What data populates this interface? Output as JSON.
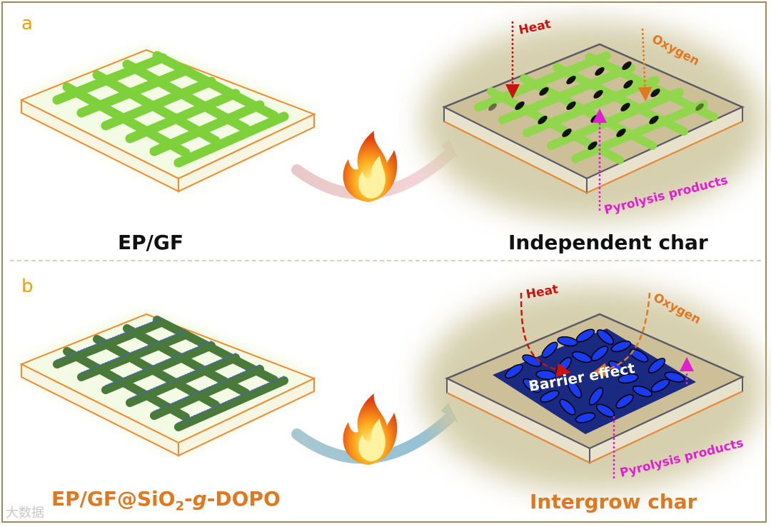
{
  "panels": {
    "a": {
      "letter": "a",
      "left_caption": "EP/GF",
      "right_caption": "Independent char",
      "heat_label": "Heat",
      "oxygen_label": "Oxygen",
      "pyrolysis_label": "Pyrolysis products"
    },
    "b": {
      "letter": "b",
      "left_caption_prefix": "EP/GF@SiO",
      "left_caption_sub": "2",
      "left_caption_dash": "-",
      "left_caption_italic": "g",
      "left_caption_suffix": "-DOPO",
      "right_caption": "Intergrow char",
      "heat_label": "Heat",
      "oxygen_label": "Oxygen",
      "barrier_label": "Barrier effect",
      "pyrolysis_label": "Pyrolysis products"
    }
  },
  "watermark": "大数据",
  "colors": {
    "frame": "#a08a5a",
    "panel_letter": "#f0a000",
    "fiber_green": "#7ed13a",
    "glow": "#e9f7b6",
    "plate_edge": "#f08a30",
    "char_plate": "#cdbf98",
    "char_edge": "#5b5b66",
    "heat_red": "#cc1111",
    "oxygen_orange": "#e07820",
    "pyrolysis_magenta": "#e020d0",
    "barrier_blue": "#1a3cf0",
    "caption_dark": "#111111",
    "caption_orange": "#e07820"
  },
  "icons": [
    "flame-icon",
    "curved-arrow-icon"
  ]
}
